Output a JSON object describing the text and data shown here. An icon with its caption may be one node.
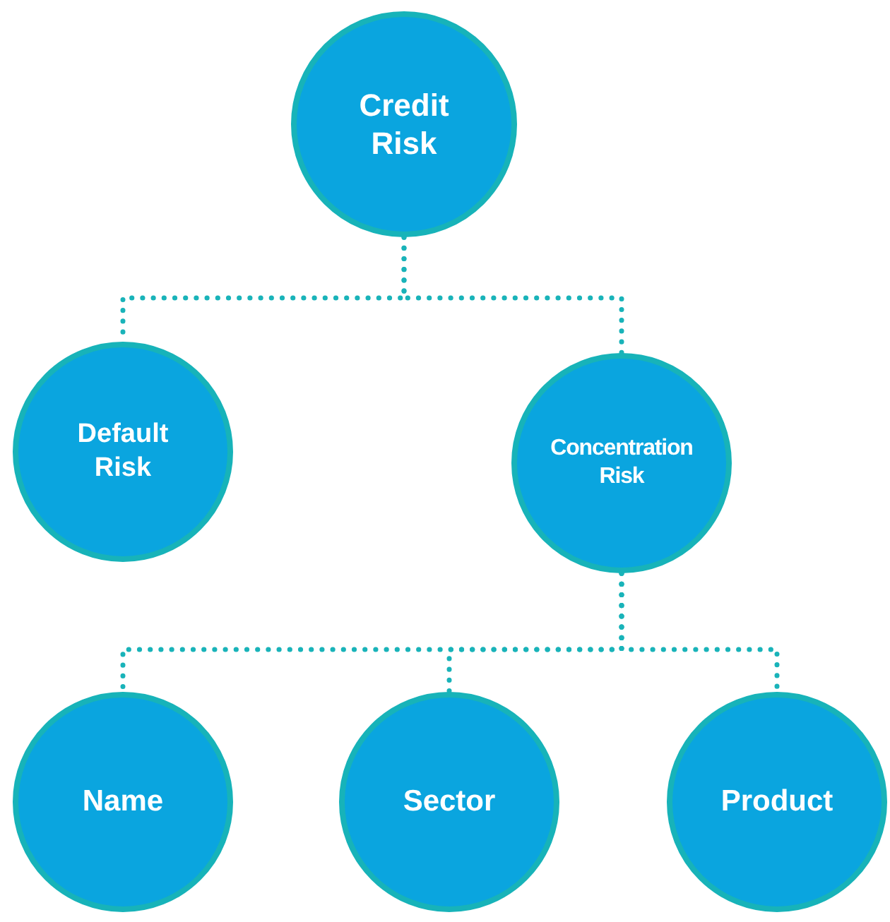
{
  "diagram": {
    "nodes": [
      {
        "text": [
          "Credit Risk"
        ]
      },
      {
        "text": [
          "Default Risk"
        ]
      },
      {
        "text": [
          "Concentration Risk"
        ]
      },
      {
        "text": [
          "Name"
        ]
      },
      {
        "text": [
          "Sector"
        ]
      },
      {
        "text": [
          "Product"
        ]
      }
    ],
    "edges": [
      {
        "from": 0,
        "to": 1,
        "arrow": "none"
      },
      {
        "from": 0,
        "to": 2,
        "arrow": "none"
      },
      {
        "from": 2,
        "to": 3,
        "arrow": "none"
      },
      {
        "from": 2,
        "to": 4,
        "arrow": "none"
      },
      {
        "from": 2,
        "to": 5,
        "arrow": "none"
      }
    ]
  }
}
